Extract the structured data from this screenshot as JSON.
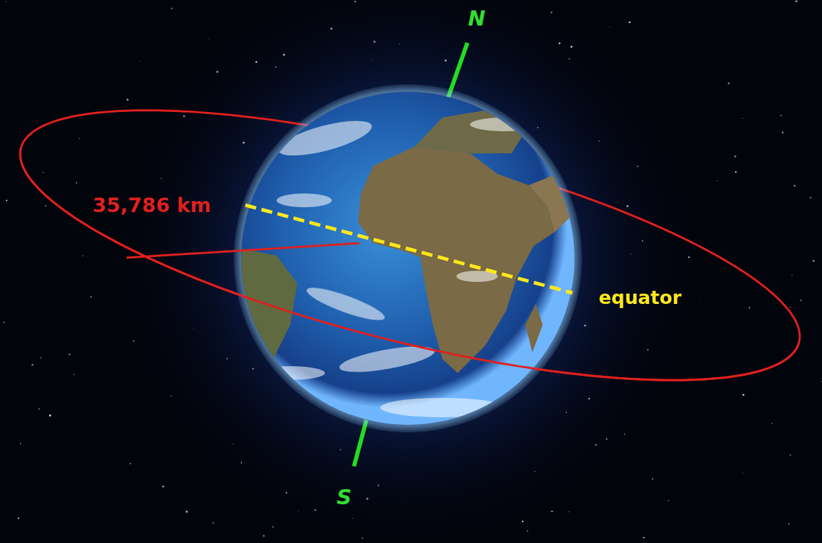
{
  "diagram": {
    "labels": [
      "N",
      "35,786 km",
      "equator",
      "S"
    ]
  }
}
